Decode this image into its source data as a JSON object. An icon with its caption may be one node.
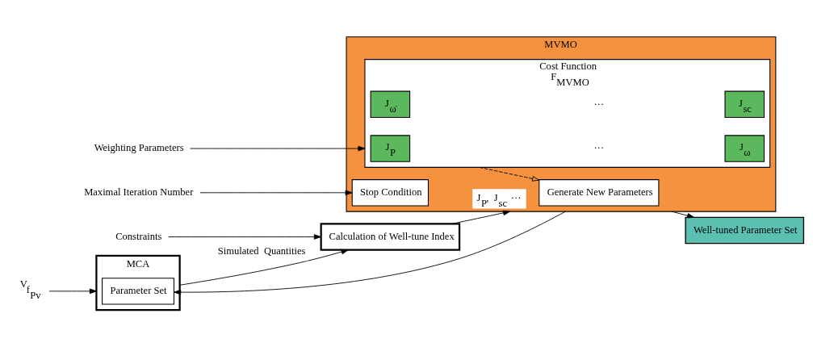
{
  "diagram": {
    "nodes": [
      {
        "text": [
          "MCA"
        ]
      },
      {
        "text": [
          "Parameter Set"
        ],
        "in": 0
      },
      {
        "text": [
          "Calculation of Well-tune Index"
        ]
      },
      {
        "text": [
          "Well-tuned Parameter Set"
        ]
      },
      {
        "text": [
          "MVMO"
        ]
      },
      {
        "text": [
          "Generate New Parameters"
        ],
        "in": 4
      },
      {
        "text": [
          "Cost Function",
          "F$_{MVMO}$"
        ],
        "in": 4
      },
      {
        "text": [
          "J$_{P}$"
        ],
        "in": 6
      },
      {
        "text": [
          "J$_{ω}$"
        ],
        "in": 6
      },
      {
        "text": [
          "J$_{ω̇}$"
        ],
        "in": 6
      },
      {
        "text": [
          "J$_{sc}$"
        ],
        "in": 6
      },
      {
        "text": [
          "Stop Condition"
        ],
        "in": 4
      },
      {
        "text": [
          "$^{V}$f$_{Pv}$"
        ]
      },
      {
        "text": [
          "Constraints"
        ]
      },
      {
        "text": [
          "Weighting Parameters"
        ]
      },
      {
        "text": [
          "Maximal Iteration Number"
        ]
      }
    ],
    "edges": [
      {
        "from": 12,
        "to": 0,
        "arrow": "to"
      },
      {
        "from": 0,
        "to": 2,
        "arrow": "to",
        "label": "Simulated Quantities"
      },
      {
        "from": 13,
        "to": 2,
        "arrow": "to"
      },
      {
        "from": 2,
        "to": 4,
        "arrow": "to",
        "label": "J$_{P}$, J$_{sc}$ ···"
      },
      {
        "from": 4,
        "to": 3,
        "arrow": "to"
      },
      {
        "from": 4,
        "to": 1,
        "arrow": "to"
      },
      {
        "from": 6,
        "to": 5,
        "arrow": "to",
        "style": "dashed"
      },
      {
        "from": 14,
        "to": 6,
        "arrow": "to"
      },
      {
        "from": 15,
        "to": 11,
        "arrow": "to"
      }
    ],
    "labels": [
      "···",
      "···"
    ]
  }
}
